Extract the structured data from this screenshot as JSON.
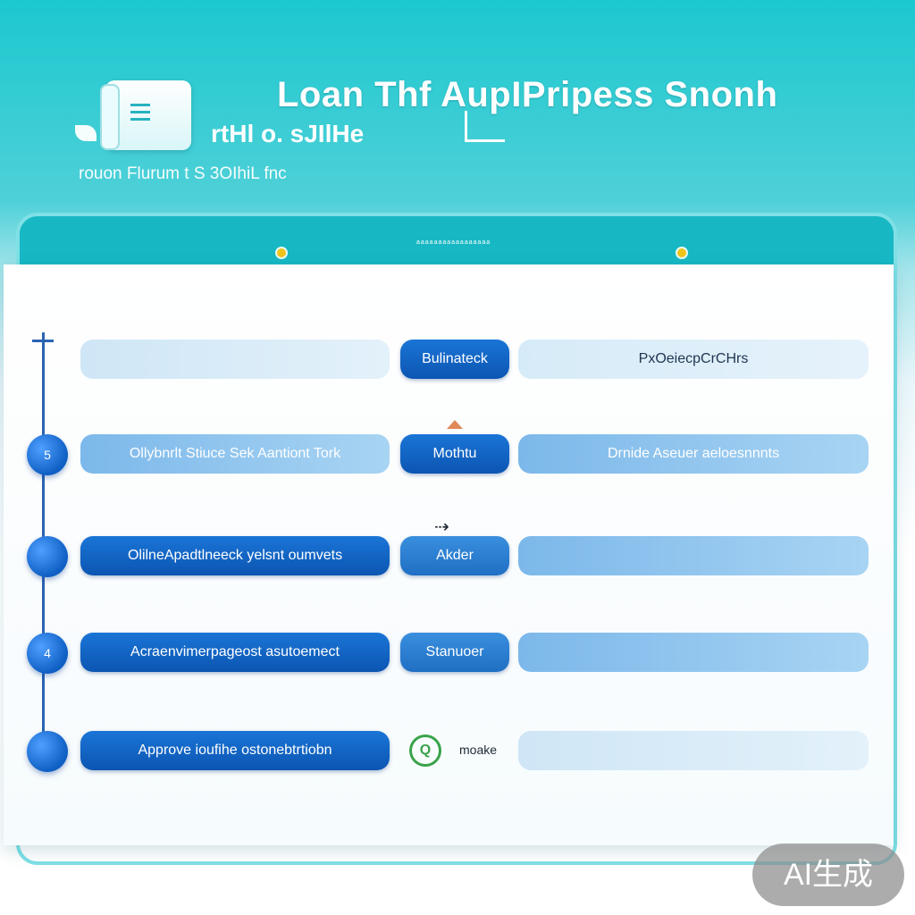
{
  "header": {
    "title": "Loan Thf AupIPripess Snonh",
    "subtitle": "rtHl o. sJIlHe",
    "tagline": "rouon Flurum t S 3OIhiL fnc",
    "icon": "document-icon"
  },
  "window": {
    "bar_text": "aaaaaaaaaaaaaaaaa"
  },
  "steps": [
    {
      "node": "",
      "step": "",
      "status": "Bulinateck",
      "detail": "PxOeiecpCrCHrs"
    },
    {
      "node": "5",
      "step": "Ollybnrlt Stiuce Sek Aantiont Tork",
      "status": "Mothtu",
      "detail": "Drnide Aseuer aeloesnnnts"
    },
    {
      "node": "",
      "step": "OlilneApadtlneeck yelsnt oumvets",
      "status": "Akder",
      "detail": ""
    },
    {
      "node": "4",
      "step": "Acraenvimerpageost asutoemect",
      "status": "Stanuoer",
      "detail": ""
    },
    {
      "node": "",
      "step": "Approve ioufihe ostonebtrtiobn",
      "status": "moake",
      "detail": "",
      "status_icon": "check-circle-icon"
    }
  ],
  "badge": {
    "label": "AI生成"
  },
  "colors": {
    "teal": "#17b8c4",
    "blue_dark": "#0c55b2",
    "blue_light": "#cfe6f6",
    "green": "#3aa34a"
  }
}
